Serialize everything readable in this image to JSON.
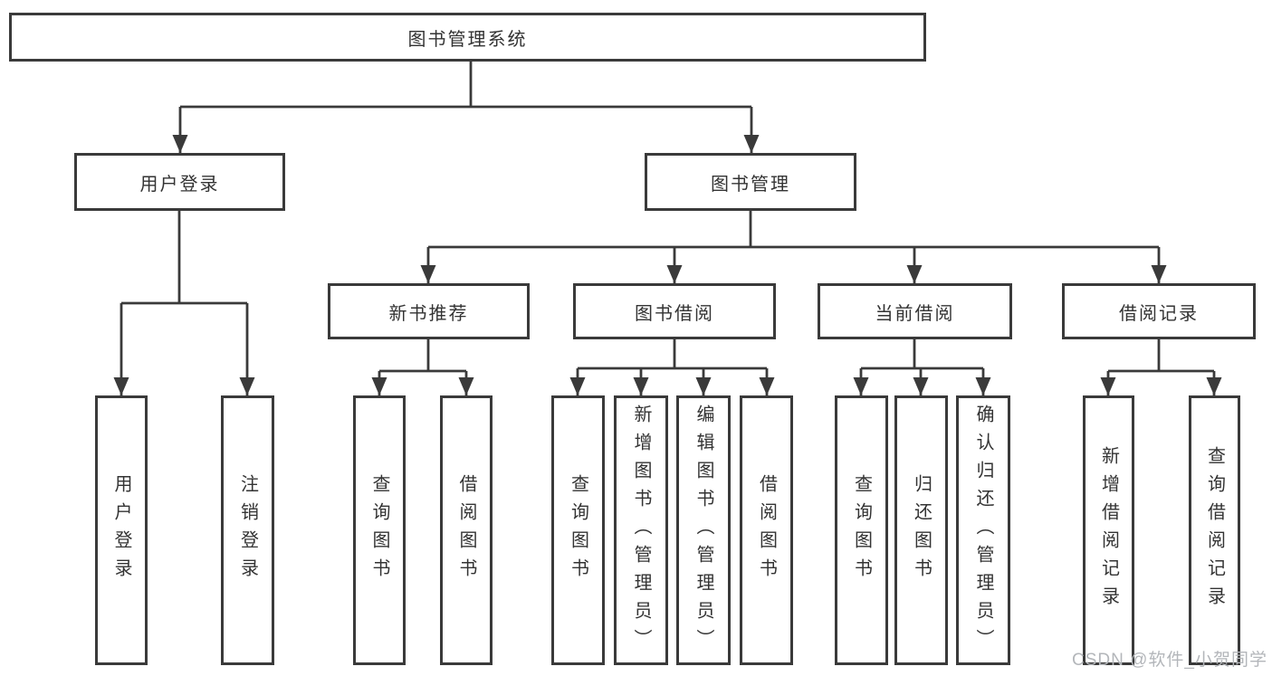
{
  "tree": {
    "label": "图书管理系统",
    "children": [
      {
        "label": "用户登录",
        "children": [
          {
            "label": "用户登录"
          },
          {
            "label": "注销登录"
          }
        ]
      },
      {
        "label": "图书管理",
        "children": [
          {
            "label": "新书推荐",
            "children": [
              {
                "label": "查询图书"
              },
              {
                "label": "借阅图书"
              }
            ]
          },
          {
            "label": "图书借阅",
            "children": [
              {
                "label": "查询图书"
              },
              {
                "label": "新增图书（管理员）"
              },
              {
                "label": "编辑图书（管理员）"
              },
              {
                "label": "借阅图书"
              }
            ]
          },
          {
            "label": "当前借阅",
            "children": [
              {
                "label": "查询图书"
              },
              {
                "label": "归还图书"
              },
              {
                "label": "确认归还（管理员）"
              }
            ]
          },
          {
            "label": "借阅记录",
            "children": [
              {
                "label": "新增借阅记录"
              },
              {
                "label": "查询借阅记录"
              }
            ]
          }
        ]
      }
    ]
  },
  "watermark": {
    "text": "CSDN @软件_小贺同学"
  },
  "colors": {
    "line": "#3a3a3a",
    "text": "#333333",
    "watermark": "#b3b6ba",
    "bg": "#ffffff"
  }
}
